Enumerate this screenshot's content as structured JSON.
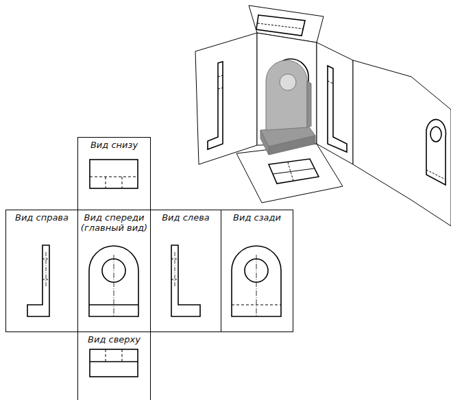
{
  "diagram": {
    "nodes": [
      {
        "text": [
          "Вид снизу"
        ]
      },
      {
        "text": [
          "Вид справа"
        ]
      },
      {
        "text": [
          "Вид спереди (главный вид)"
        ]
      },
      {
        "text": [
          "Вид слева"
        ]
      },
      {
        "text": [
          "Вид сзади"
        ]
      },
      {
        "text": [
          "Вид сверху"
        ]
      }
    ]
  }
}
